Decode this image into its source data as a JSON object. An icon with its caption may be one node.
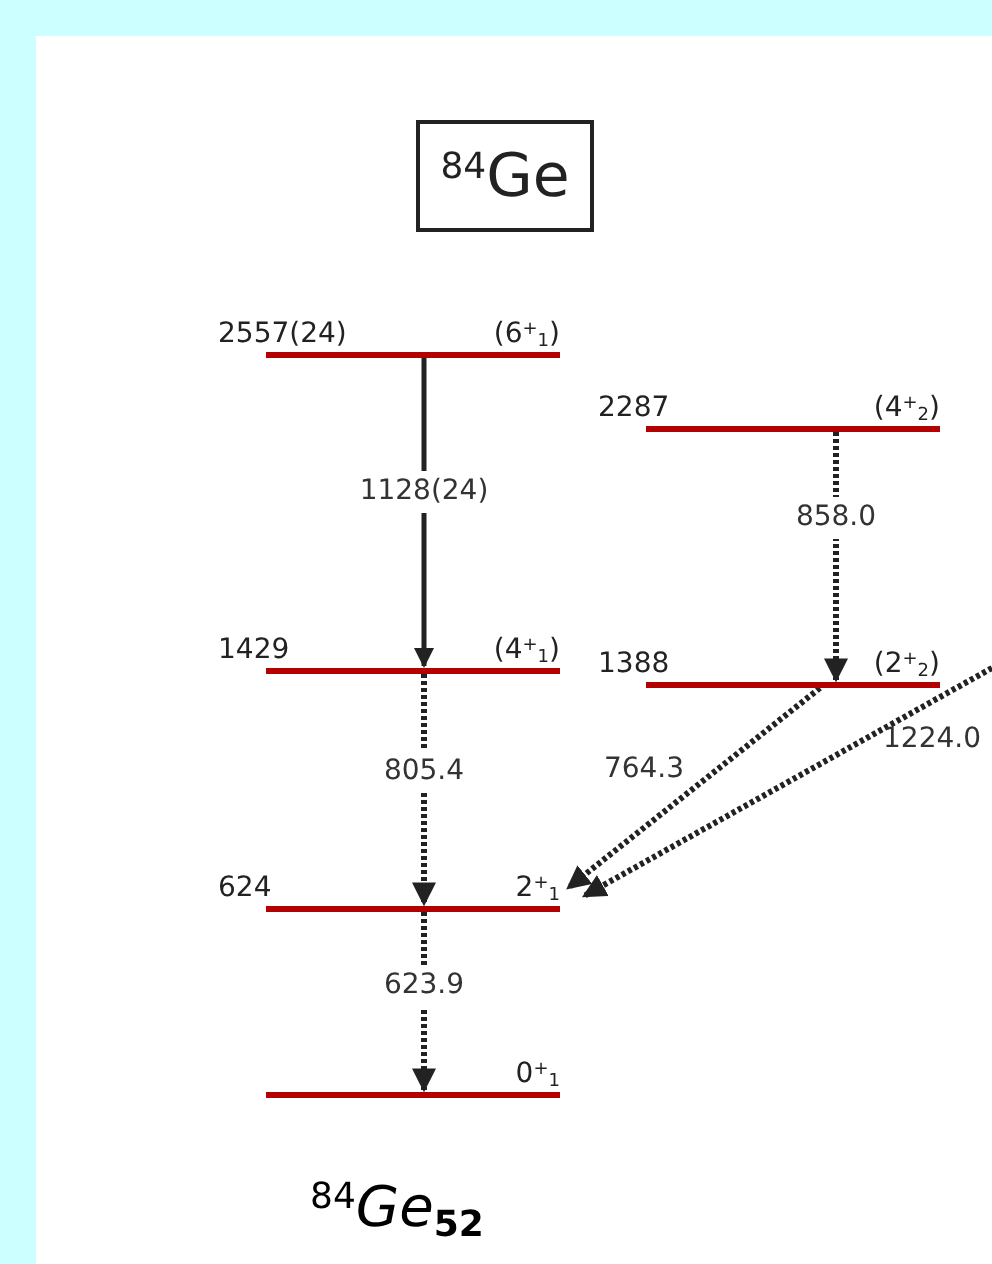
{
  "diagram": {
    "caption": "$^{84}$*Ge*$_{52}$",
    "nodes": [
      {
        "text": [
          "$^{84}$Ge"
        ]
      },
      {
        "text": [
          "2557(24)",
          "(6$^{+}$$_{1}$)"
        ]
      },
      {
        "text": [
          "1429",
          "(4$^{+}$$_{1}$)"
        ]
      },
      {
        "text": [
          "624",
          "2$^{+}$$_{1}$"
        ]
      },
      {
        "text": [
          "0$^{+}$$_{1}$"
        ]
      },
      {
        "text": [
          "2287",
          "(4$^{+}$$_{2}$)"
        ]
      },
      {
        "text": [
          "1388",
          "(2$^{+}$$_{2}$)"
        ]
      }
    ],
    "edges": [
      {
        "from": 1,
        "to": 2,
        "arrow": "to",
        "label": "1128(24)"
      },
      {
        "from": 2,
        "to": 3,
        "arrow": "to",
        "label": "805.4",
        "style": "dashed"
      },
      {
        "from": 3,
        "to": 4,
        "arrow": "to",
        "label": "623.9",
        "style": "dashed"
      },
      {
        "from": 5,
        "to": 6,
        "arrow": "to",
        "label": "858.0",
        "style": "dashed"
      },
      {
        "from": 6,
        "to": 3,
        "arrow": "to",
        "label": "764.3",
        "style": "dashed"
      },
      {
        "from": null,
        "to": 3,
        "arrow": "to",
        "label": "1224.0",
        "style": "dashed"
      }
    ]
  }
}
